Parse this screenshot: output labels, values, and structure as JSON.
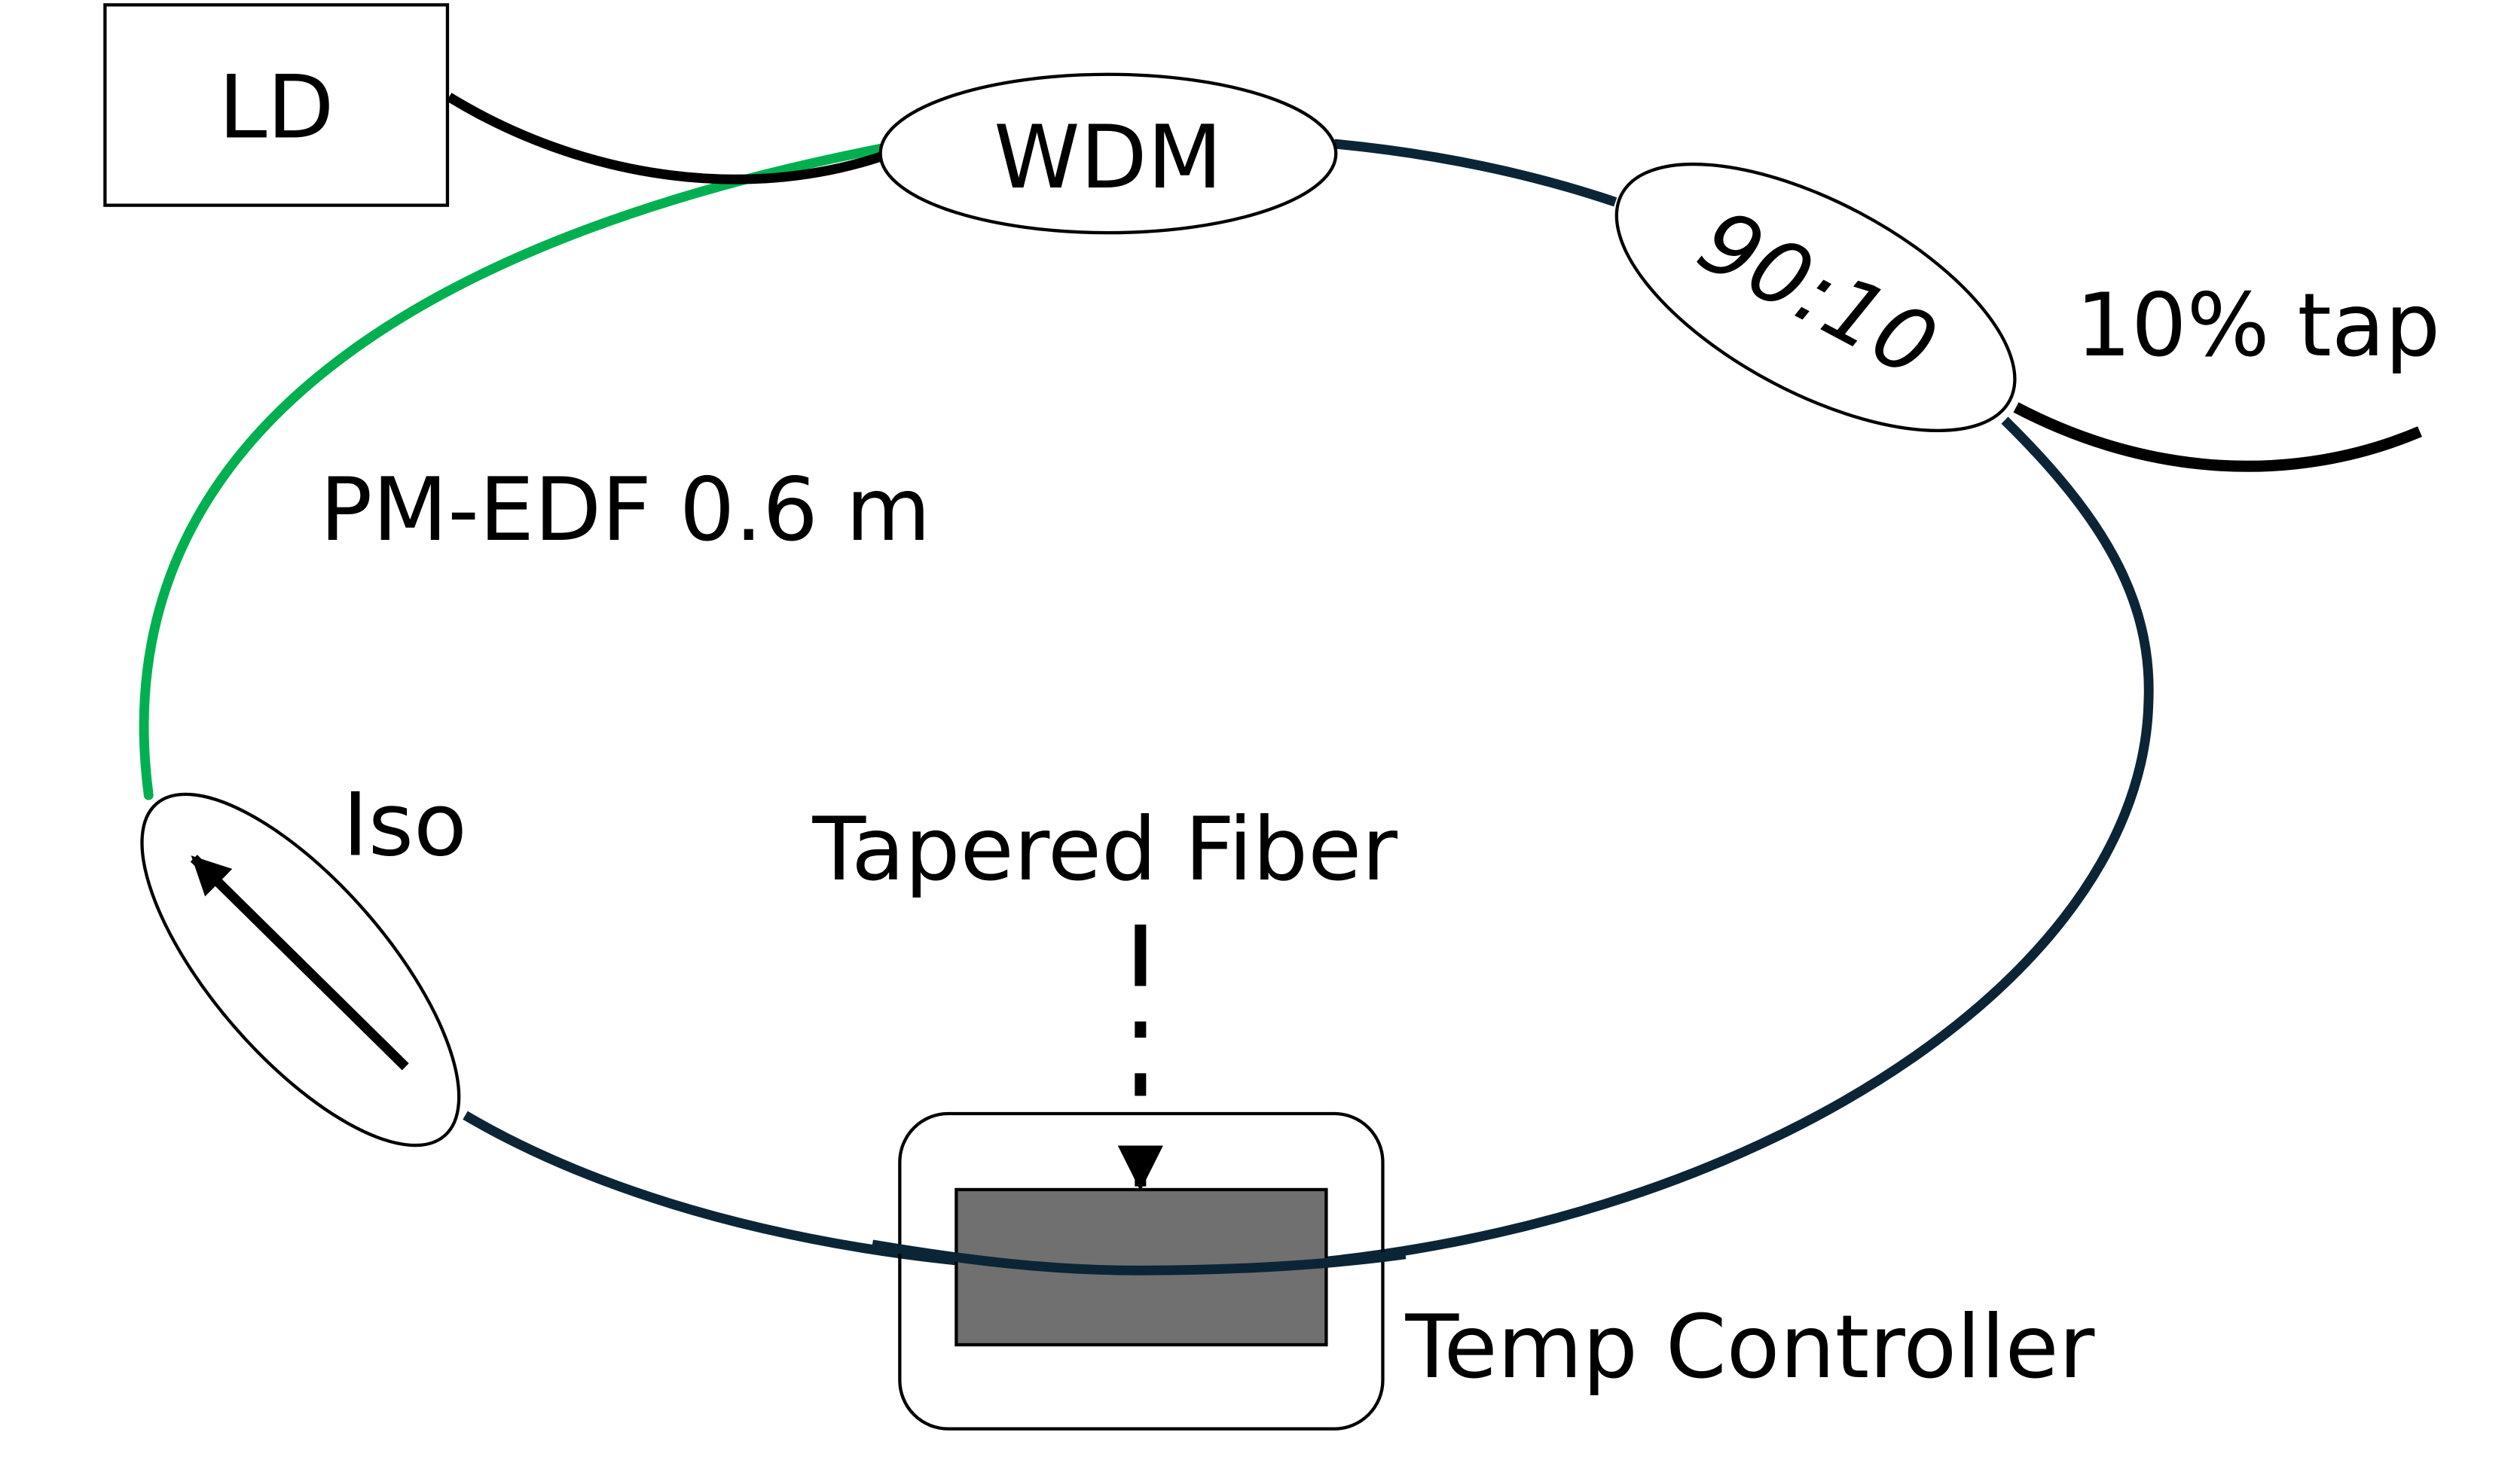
{
  "diagram": {
    "labels": {
      "ld": "LD",
      "wdm": "WDM",
      "coupler": "90:10",
      "tap": "10% tap",
      "edf": "PM-EDF 0.6 m",
      "isolator": "Iso",
      "tapered_fiber": "Tapered Fiber",
      "temp_controller": "Temp Controller"
    },
    "colors": {
      "edf_fiber": "#00b050",
      "passive_fiber": "#0c2536",
      "pump_fiber": "#000000",
      "tapered_fiber_block": "#707070",
      "outline": "#000000"
    }
  }
}
